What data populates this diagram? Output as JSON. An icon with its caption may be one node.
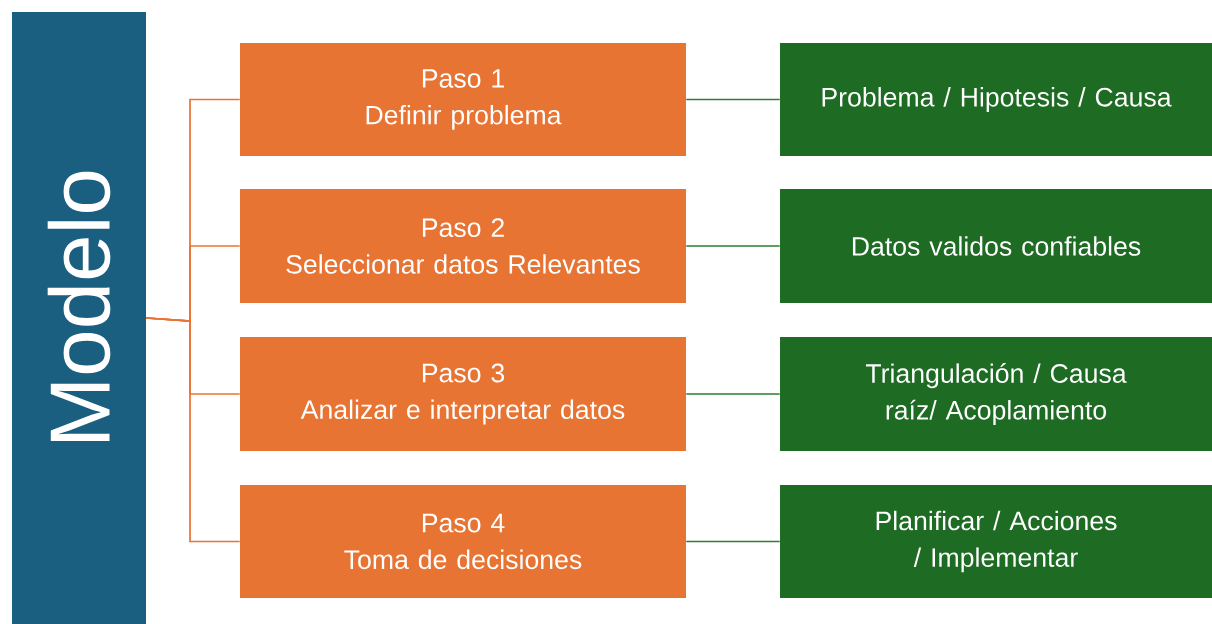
{
  "diagram": {
    "nodes": [
      {
        "text": [
          "Modelo"
        ]
      },
      {
        "text": [
          "Paso 1",
          "Definir problema"
        ]
      },
      {
        "text": [
          "Paso 2",
          "Seleccionar datos Relevantes"
        ]
      },
      {
        "text": [
          "Paso 3",
          "Analizar e interpretar datos"
        ]
      },
      {
        "text": [
          "Paso 4",
          "Toma de decisiones"
        ]
      },
      {
        "text": [
          "Problema / Hipotesis / Causa"
        ]
      },
      {
        "text": [
          "Datos validos confiables"
        ]
      },
      {
        "text": [
          "Triangulación / Causa raíz/ Acoplamiento"
        ]
      },
      {
        "text": [
          "Planificar / Acciones / Implementar"
        ]
      }
    ],
    "edges": [
      {
        "from": 0,
        "to": 1,
        "arrow": "none",
        "color": "#e87434"
      },
      {
        "from": 0,
        "to": 2,
        "arrow": "none",
        "color": "#e87434"
      },
      {
        "from": 0,
        "to": 3,
        "arrow": "none",
        "color": "#e87434"
      },
      {
        "from": 0,
        "to": 4,
        "arrow": "none",
        "color": "#e87434"
      },
      {
        "from": 1,
        "to": 5,
        "arrow": "none",
        "color": "#2e7d32"
      },
      {
        "from": 2,
        "to": 6,
        "arrow": "none",
        "color": "#2e7d32"
      },
      {
        "from": 3,
        "to": 7,
        "arrow": "none",
        "color": "#2e7d32"
      },
      {
        "from": 4,
        "to": 8,
        "arrow": "none",
        "color": "#2e7d32"
      }
    ]
  }
}
